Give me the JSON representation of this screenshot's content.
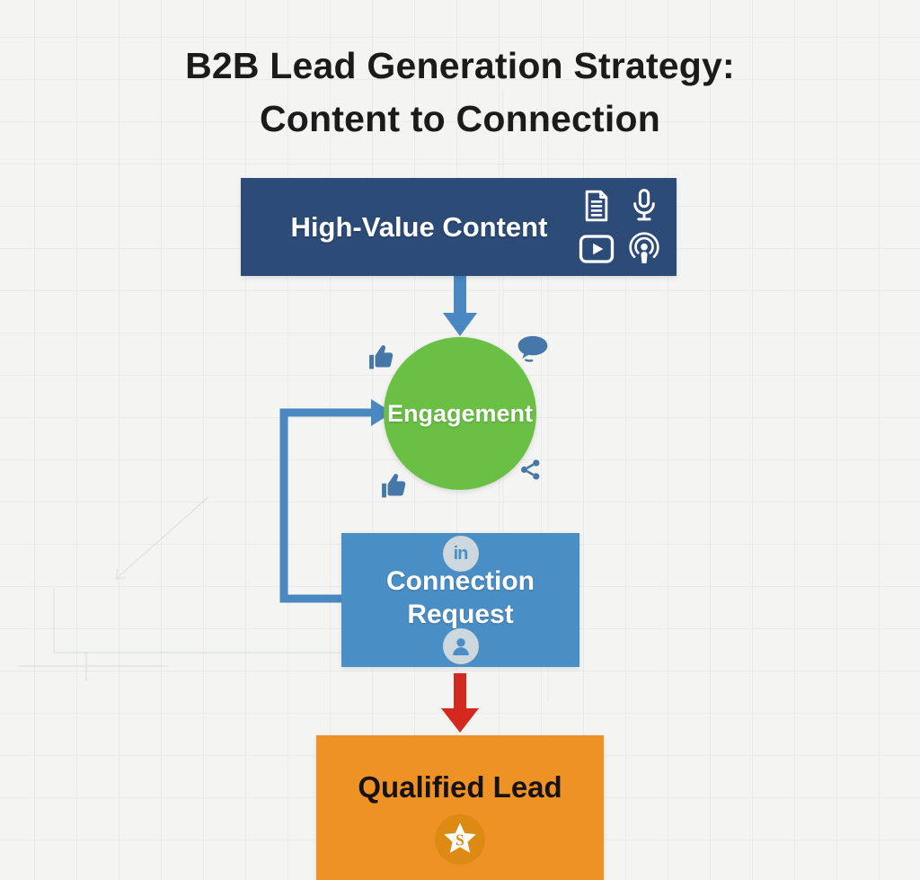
{
  "title": {
    "line1": "B2B Lead Generation Strategy:",
    "line2": "Content to Connection"
  },
  "colors": {
    "bg": "#f4f4f2",
    "grid-line": "#dde2e6",
    "title-text": "#1b1b1b",
    "navy": "#2c4b77",
    "blue": "#4a8ec6",
    "green": "#6abf45",
    "orange": "#ee9226",
    "badge-orange": "#dd8a15",
    "red": "#d3291e",
    "icon-blue": "#4577a8",
    "arrow-blue": "#4a88c2",
    "badge-light": "#cdd7de",
    "white": "#ffffff"
  },
  "nodes": {
    "high_value_content": {
      "label": "High-Value Content",
      "shape": "rectangle",
      "color": "#2c4b77",
      "icons": [
        "article-icon",
        "microphone-icon",
        "video-play-icon",
        "podcast-icon"
      ]
    },
    "engagement": {
      "label": "Engagement",
      "shape": "circle",
      "color": "#6abf45",
      "surrounding_icons": [
        "thumbs-up-icon",
        "chat-bubble-icon",
        "share-icon",
        "thumbs-up-icon"
      ]
    },
    "connection_request": {
      "label": "Connection Request",
      "shape": "rectangle",
      "color": "#4a8ec6",
      "linkedin_text": "in",
      "icons": [
        "linkedin-icon",
        "person-icon"
      ]
    },
    "qualified_lead": {
      "label": "Qualified Lead",
      "shape": "rectangle",
      "color": "#ee9226",
      "badge_letter": "S",
      "icons": [
        "star-badge-icon"
      ]
    }
  },
  "flow": {
    "edges": [
      {
        "from": "high_value_content",
        "to": "engagement",
        "style": "straight-down-arrow",
        "color": "#4a88c2"
      },
      {
        "from": "connection_request",
        "to": "engagement",
        "style": "feedback-loop-arrow",
        "color": "#4a88c2"
      },
      {
        "from": "connection_request",
        "to": "qualified_lead",
        "style": "straight-down-arrow",
        "color": "#d3291e"
      }
    ]
  }
}
